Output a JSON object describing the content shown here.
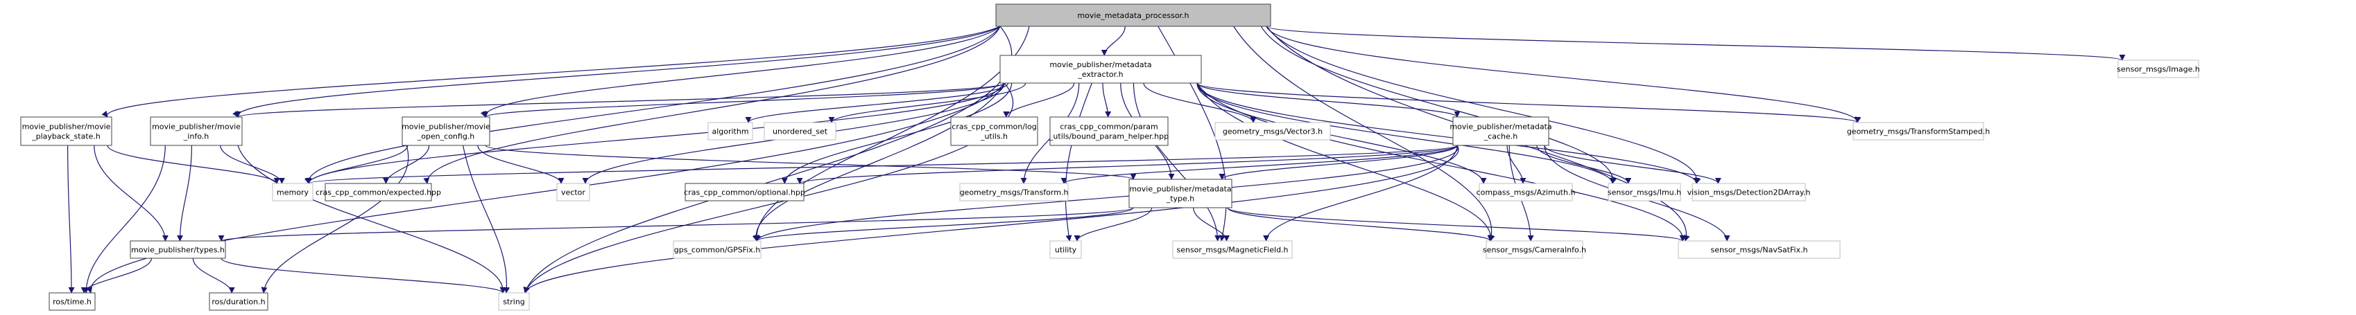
{
  "diagram": {
    "type": "include-dependency-graph",
    "colors": {
      "edge": "#191970",
      "root_fill": "#bfbfbf",
      "root_border": "#404040",
      "documented_border": "#404040",
      "documented_fill": "#ffffff",
      "external_border": "#bfbfbf",
      "external_fill": "#ffffff"
    },
    "nodes": [
      {
        "id": "root",
        "label": "movie_metadata_processor.h",
        "kind": "root"
      },
      {
        "id": "extractor",
        "label": "movie_publisher/metadata\n_extractor.h",
        "kind": "documented"
      },
      {
        "id": "playback_state",
        "label": "movie_publisher/movie\n_playback_state.h",
        "kind": "documented"
      },
      {
        "id": "movie_info",
        "label": "movie_publisher/movie\n_info.h",
        "kind": "documented"
      },
      {
        "id": "open_config",
        "label": "movie_publisher/movie\n_open_config.h",
        "kind": "documented"
      },
      {
        "id": "algorithm",
        "label": "algorithm",
        "kind": "external"
      },
      {
        "id": "unordered_set",
        "label": "unordered_set",
        "kind": "external"
      },
      {
        "id": "log_utils",
        "label": "cras_cpp_common/log\n_utils.h",
        "kind": "documented"
      },
      {
        "id": "bound_param",
        "label": "cras_cpp_common/param\n_utils/bound_param_helper.hpp",
        "kind": "documented"
      },
      {
        "id": "vector3",
        "label": "geometry_msgs/Vector3.h",
        "kind": "external"
      },
      {
        "id": "cache",
        "label": "movie_publisher/metadata\n_cache.h",
        "kind": "documented"
      },
      {
        "id": "transform_stamped",
        "label": "geometry_msgs/TransformStamped.h",
        "kind": "external"
      },
      {
        "id": "image",
        "label": "sensor_msgs/Image.h",
        "kind": "external"
      },
      {
        "id": "memory",
        "label": "memory",
        "kind": "external"
      },
      {
        "id": "expected",
        "label": "cras_cpp_common/expected.hpp",
        "kind": "documented"
      },
      {
        "id": "vector",
        "label": "vector",
        "kind": "external"
      },
      {
        "id": "optional",
        "label": "cras_cpp_common/optional.hpp",
        "kind": "documented"
      },
      {
        "id": "transform",
        "label": "geometry_msgs/Transform.h",
        "kind": "external"
      },
      {
        "id": "metadata_type",
        "label": "movie_publisher/metadata\n_type.h",
        "kind": "documented"
      },
      {
        "id": "azimuth",
        "label": "compass_msgs/Azimuth.h",
        "kind": "external"
      },
      {
        "id": "imu",
        "label": "sensor_msgs/Imu.h",
        "kind": "external"
      },
      {
        "id": "detection2d",
        "label": "vision_msgs/Detection2DArray.h",
        "kind": "external"
      },
      {
        "id": "types",
        "label": "movie_publisher/types.h",
        "kind": "documented"
      },
      {
        "id": "gpsfix",
        "label": "gps_common/GPSFix.h",
        "kind": "external"
      },
      {
        "id": "utility",
        "label": "utility",
        "kind": "external"
      },
      {
        "id": "magnetic",
        "label": "sensor_msgs/MagneticField.h",
        "kind": "external"
      },
      {
        "id": "camera_info",
        "label": "sensor_msgs/CameraInfo.h",
        "kind": "external"
      },
      {
        "id": "navsatfix",
        "label": "sensor_msgs/NavSatFix.h",
        "kind": "external"
      },
      {
        "id": "ros_time",
        "label": "ros/time.h",
        "kind": "documented"
      },
      {
        "id": "ros_duration",
        "label": "ros/duration.h",
        "kind": "documented"
      },
      {
        "id": "string",
        "label": "string",
        "kind": "external"
      }
    ],
    "edges": [
      [
        "root",
        "extractor"
      ],
      [
        "root",
        "playback_state"
      ],
      [
        "root",
        "movie_info"
      ],
      [
        "root",
        "open_config"
      ],
      [
        "root",
        "memory"
      ],
      [
        "root",
        "expected"
      ],
      [
        "root",
        "gpsfix"
      ],
      [
        "root",
        "transform_stamped"
      ],
      [
        "root",
        "image"
      ],
      [
        "root",
        "imu"
      ],
      [
        "root",
        "detection2d"
      ],
      [
        "root",
        "camera_info"
      ],
      [
        "root",
        "navsatfix"
      ],
      [
        "root",
        "magnetic"
      ],
      [
        "root",
        "string"
      ],
      [
        "extractor",
        "movie_info"
      ],
      [
        "extractor",
        "open_config"
      ],
      [
        "extractor",
        "algorithm"
      ],
      [
        "extractor",
        "unordered_set"
      ],
      [
        "extractor",
        "log_utils"
      ],
      [
        "extractor",
        "bound_param"
      ],
      [
        "extractor",
        "vector3"
      ],
      [
        "extractor",
        "cache"
      ],
      [
        "extractor",
        "transform_stamped"
      ],
      [
        "extractor",
        "memory"
      ],
      [
        "extractor",
        "vector"
      ],
      [
        "extractor",
        "optional"
      ],
      [
        "extractor",
        "transform"
      ],
      [
        "extractor",
        "metadata_type"
      ],
      [
        "extractor",
        "azimuth"
      ],
      [
        "extractor",
        "imu"
      ],
      [
        "extractor",
        "detection2d"
      ],
      [
        "extractor",
        "gpsfix"
      ],
      [
        "extractor",
        "utility"
      ],
      [
        "extractor",
        "magnetic"
      ],
      [
        "extractor",
        "camera_info"
      ],
      [
        "extractor",
        "navsatfix"
      ],
      [
        "extractor",
        "ros_time"
      ],
      [
        "extractor",
        "string"
      ],
      [
        "playback_state",
        "memory"
      ],
      [
        "playback_state",
        "types"
      ],
      [
        "playback_state",
        "ros_time"
      ],
      [
        "movie_info",
        "memory"
      ],
      [
        "movie_info",
        "types"
      ],
      [
        "movie_info",
        "ros_time"
      ],
      [
        "movie_info",
        "string"
      ],
      [
        "open_config",
        "memory"
      ],
      [
        "open_config",
        "expected"
      ],
      [
        "open_config",
        "vector"
      ],
      [
        "open_config",
        "metadata_type"
      ],
      [
        "open_config",
        "ros_duration"
      ],
      [
        "open_config",
        "string"
      ],
      [
        "cache",
        "memory"
      ],
      [
        "cache",
        "optional"
      ],
      [
        "cache",
        "transform"
      ],
      [
        "cache",
        "metadata_type"
      ],
      [
        "cache",
        "azimuth"
      ],
      [
        "cache",
        "imu"
      ],
      [
        "cache",
        "detection2d"
      ],
      [
        "cache",
        "gpsfix"
      ],
      [
        "cache",
        "magnetic"
      ],
      [
        "cache",
        "camera_info"
      ],
      [
        "cache",
        "navsatfix"
      ],
      [
        "cache",
        "string"
      ],
      [
        "metadata_type",
        "types"
      ],
      [
        "metadata_type",
        "utility"
      ],
      [
        "metadata_type",
        "gpsfix"
      ],
      [
        "metadata_type",
        "magnetic"
      ],
      [
        "metadata_type",
        "camera_info"
      ],
      [
        "metadata_type",
        "navsatfix"
      ],
      [
        "types",
        "ros_time"
      ],
      [
        "types",
        "ros_duration"
      ],
      [
        "types",
        "string"
      ]
    ]
  }
}
